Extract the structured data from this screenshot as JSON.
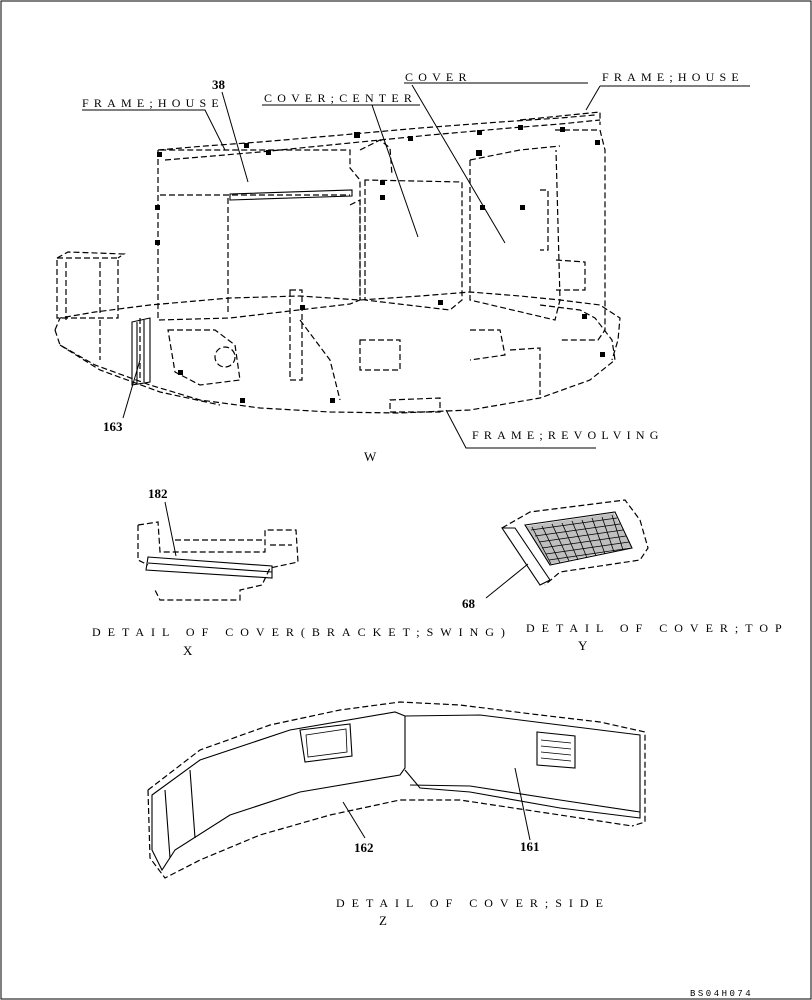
{
  "labels": {
    "frame_house_left": "FRAME;HOUSE",
    "cover_center": "COVER;CENTER",
    "cover": "COVER",
    "frame_house_right": "FRAME;HOUSE",
    "frame_revolving": "FRAME;REVOLVING"
  },
  "part_numbers": {
    "p38": "38",
    "p163": "163",
    "p182": "182",
    "p68": "68",
    "p162": "162",
    "p161": "161"
  },
  "views": {
    "main": "W",
    "detail_x_caption": "DETAIL OF COVER(BRACKET;SWING)",
    "detail_x_letter": "X",
    "detail_y_caption": "DETAIL OF COVER;TOP",
    "detail_y_letter": "Y",
    "detail_z_caption": "DETAIL OF COVER;SIDE",
    "detail_z_letter": "Z"
  },
  "drawing_code": "BS04H074"
}
